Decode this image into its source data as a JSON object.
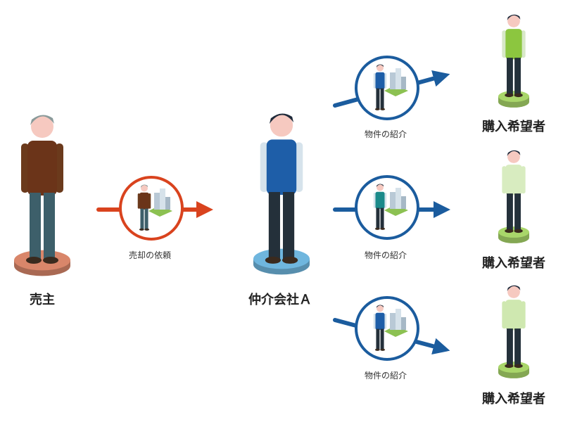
{
  "seller": {
    "label": "売主"
  },
  "agency": {
    "label": "仲介会社Ａ"
  },
  "request": {
    "label": "売却の依頼"
  },
  "introductions": [
    {
      "label": "物件の紹介"
    },
    {
      "label": "物件の紹介"
    },
    {
      "label": "物件の紹介"
    }
  ],
  "buyers": [
    {
      "label": "購入希望者"
    },
    {
      "label": "購入希望者"
    },
    {
      "label": "購入希望者"
    }
  ],
  "colors": {
    "request_arrow": "#d9431e",
    "intro_arrow": "#1b5c9e",
    "seller_base": "#d9866a",
    "agency_base": "#6fb6de",
    "buyer_base": "#a9d66a"
  }
}
